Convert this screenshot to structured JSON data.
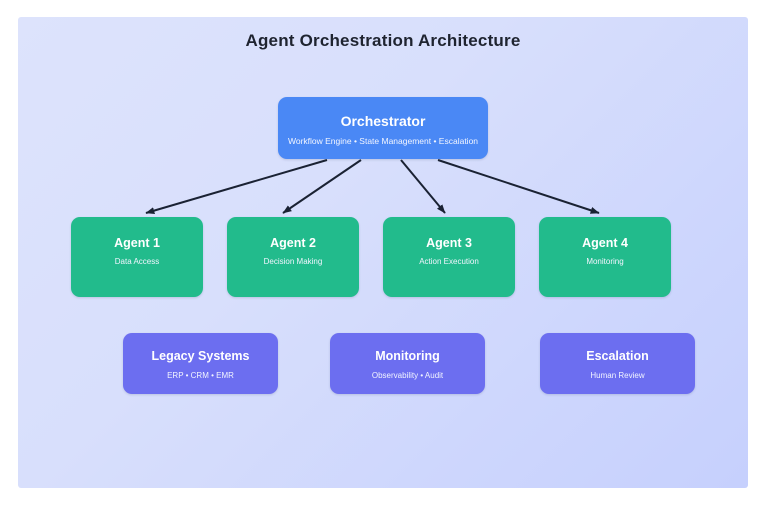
{
  "diagram": {
    "title": "Agent Orchestration Architecture",
    "background_start_color": "#dde3fc",
    "background_end_color": "#c6d0fd",
    "edge_color": "#1a2233"
  },
  "orchestrator": {
    "title": "Orchestrator",
    "subtitle": "Workflow Engine • State Management • Escalation",
    "color": "#4a88f5"
  },
  "agents": {
    "color": "#22bb8c",
    "items": [
      {
        "title": "Agent 1",
        "subtitle": "Data Access"
      },
      {
        "title": "Agent 2",
        "subtitle": "Decision Making"
      },
      {
        "title": "Agent 3",
        "subtitle": "Action Execution"
      },
      {
        "title": "Agent 4",
        "subtitle": "Monitoring"
      }
    ]
  },
  "support": {
    "color": "#6c6ef0",
    "items": [
      {
        "title": "Legacy Systems",
        "subtitle": "ERP • CRM • EMR"
      },
      {
        "title": "Monitoring",
        "subtitle": "Observability • Audit"
      },
      {
        "title": "Escalation",
        "subtitle": "Human Review"
      }
    ]
  },
  "edges": [
    {
      "from": "Orchestrator",
      "to": "Agent 1"
    },
    {
      "from": "Orchestrator",
      "to": "Agent 2"
    },
    {
      "from": "Orchestrator",
      "to": "Agent 3"
    },
    {
      "from": "Orchestrator",
      "to": "Agent 4"
    }
  ]
}
